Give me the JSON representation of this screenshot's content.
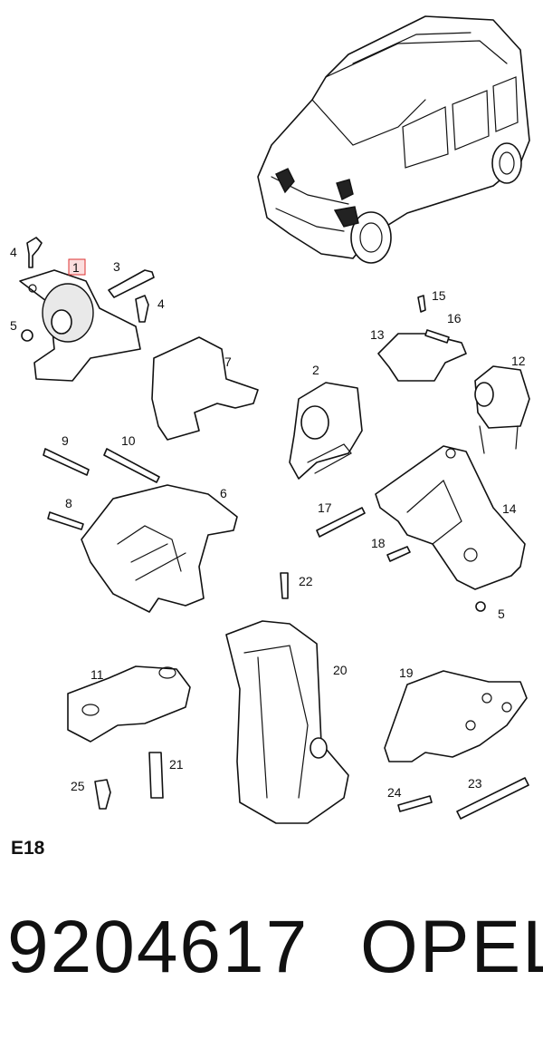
{
  "diagram": {
    "callouts": {
      "c1": "1",
      "c2": "2",
      "c3": "3",
      "c4a": "4",
      "c4b": "4",
      "c5a": "5",
      "c5b": "5",
      "c6": "6",
      "c7": "7",
      "c8": "8",
      "c9": "9",
      "c10": "10",
      "c11": "11",
      "c12": "12",
      "c13": "13",
      "c14": "14",
      "c15": "15",
      "c16": "16",
      "c17": "17",
      "c18": "18",
      "c19": "19",
      "c20": "20",
      "c21": "21",
      "c22": "22",
      "c23": "23",
      "c24": "24",
      "c25": "25"
    },
    "highlight_color": "#d33"
  },
  "footer": {
    "section_code": "E18",
    "part_number": "9204617",
    "brand": "OPEL"
  }
}
